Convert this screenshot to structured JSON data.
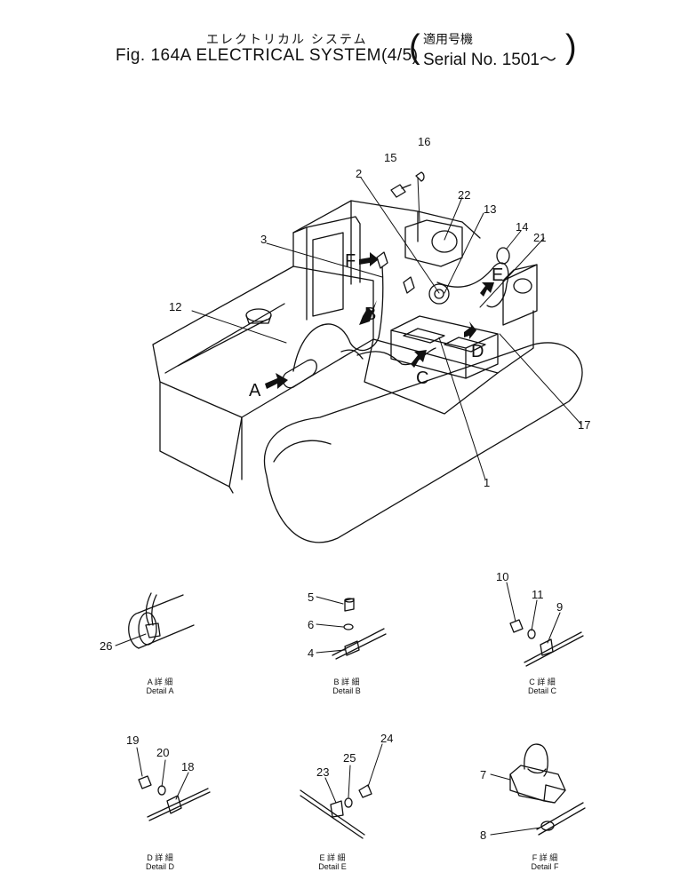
{
  "title": {
    "jp": "エレクトリカル システム",
    "en": "Fig. 164A ELECTRICAL SYSTEM(4/5)",
    "serial_jp": "適用号機",
    "serial_en": "Serial No. 1501～"
  },
  "main_labels": {
    "p1": "1",
    "p2": "2",
    "p3": "3",
    "p12": "12",
    "p13": "13",
    "p14": "14",
    "p15": "15",
    "p16": "16",
    "p17": "17",
    "p21": "21",
    "p22": "22"
  },
  "detail_letters": {
    "A": "A",
    "B": "B",
    "C": "C",
    "D": "D",
    "E": "E",
    "F": "F"
  },
  "details": {
    "a": {
      "jp": "A 詳 細",
      "en": "Detail A",
      "labels": {
        "p26": "26"
      }
    },
    "b": {
      "jp": "B 詳 細",
      "en": "Detail B",
      "labels": {
        "p4": "4",
        "p5": "5",
        "p6": "6"
      }
    },
    "c": {
      "jp": "C 詳 細",
      "en": "Detail C",
      "labels": {
        "p9": "9",
        "p10": "10",
        "p11": "11"
      }
    },
    "d": {
      "jp": "D 詳 細",
      "en": "Detail D",
      "labels": {
        "p18": "18",
        "p19": "19",
        "p20": "20"
      }
    },
    "e": {
      "jp": "E 詳 細",
      "en": "Detail E",
      "labels": {
        "p23": "23",
        "p24": "24",
        "p25": "25"
      }
    },
    "f": {
      "jp": "F 詳 細",
      "en": "Detail F",
      "labels": {
        "p7": "7",
        "p8": "8"
      }
    }
  }
}
